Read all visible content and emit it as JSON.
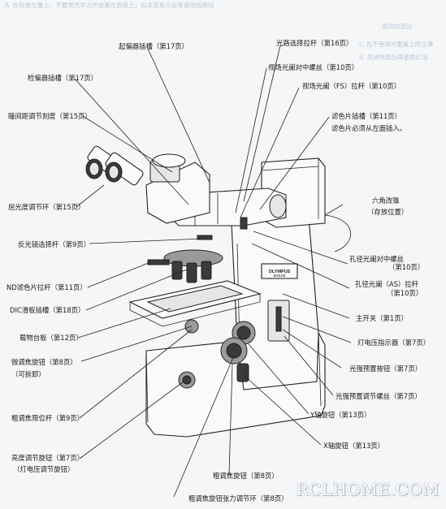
{
  "background_notes": {
    "line1": "A. 在标准位置上，不要将光学元件放置在底座上，标本若有污染等请用纸擦拭",
    "line2": "清洁的部分",
    "line3": "c. 在不使用时要盖上防尘罩",
    "line4": "d. 关闭电源后再更换灯泡"
  },
  "labels": {
    "polarizer_slot": "起偏器插槽（第17页）",
    "light_path_lever": "光路选择拉杆（第16页）",
    "fs_centering": "视场光阑对中螺丝（第10页）",
    "analyzer_slot": "检偏器插槽（第17页）",
    "fs_lever": "视场光阑（FS）拉杆（第10页）",
    "ipd_scale": "瞳间距调节刻度（第15页）",
    "filter_slot": "滤色片插槽（第11页）",
    "filter_note": "滤色片必须从左面插入。",
    "diopter_ring": "屈光度调节环（第15页）",
    "hex_wrench": "六角改锥",
    "hex_wrench_note": "（存放位置）",
    "mirror_lever": "反光镜选择杆（第9页）",
    "as_centering_1": "孔径光阑对中螺丝",
    "as_centering_2": "（第10页）",
    "nd_lever": "ND滤色片拉杆（第11页）",
    "as_lever_1": "孔径光阑（AS）拉杆",
    "as_lever_2": "（第10页）",
    "dic_slot": "DIC滑板插槽（第18页）",
    "main_switch": "主开关（第1页）",
    "stage": "载物台板（第12页）",
    "lamp_indicator": "灯电压指示器（第7页）",
    "fine_focus": "微调焦旋钮（第8页）",
    "fine_focus_note": "（可拆卸）",
    "preset_button": "光强预置按钮（第7页）",
    "preset_screw": "光强预置调节螺丝（第7页）",
    "coarse_stopper": "粗调焦限位杆（第9页）",
    "y_knob": "Y轴旋钮（第13页）",
    "x_knob": "X轴旋钮（第13页）",
    "brightness_knob": "亮度调节旋钮（第7页）",
    "brightness_note": "（灯电压调节旋钮）",
    "coarse_focus": "粗调焦旋钮（第8页）",
    "tension_ring": "粗调焦旋钮张力调节环（第8页）"
  },
  "instrument": {
    "brand": "OLYMPUS",
    "model": "BX51M"
  },
  "watermark": "RCLHOME.COM"
}
